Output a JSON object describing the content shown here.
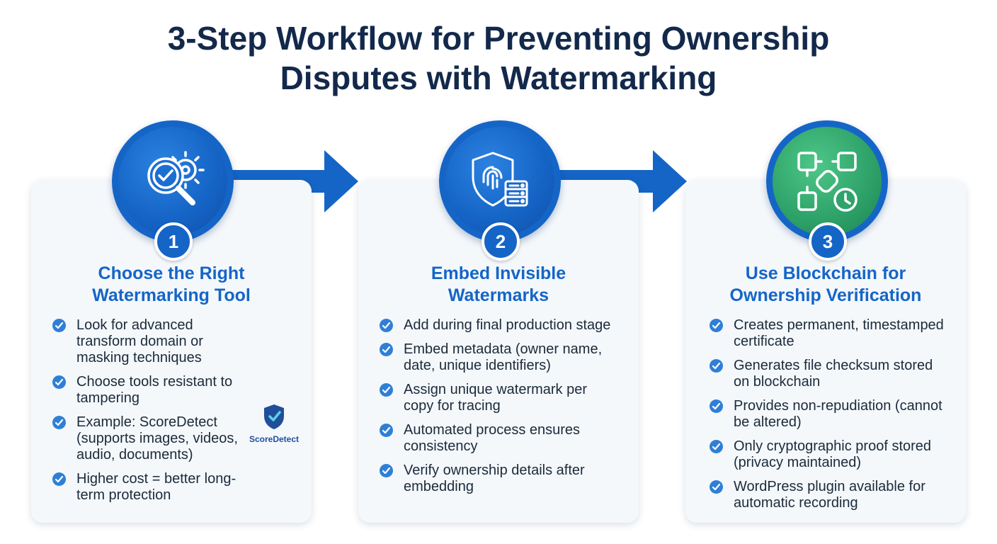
{
  "title": {
    "line1": "3-Step Workflow for Preventing Ownership",
    "line2": "Disputes with Watermarking"
  },
  "colors": {
    "primary": "#1565c7",
    "heading": "#1565c7",
    "title": "#13294b",
    "green": "#2fa36a",
    "card": "#f4f8fb"
  },
  "steps": [
    {
      "number": "1",
      "icon": "magnifier-check-gear-icon",
      "heading_line1": "Choose the Right",
      "heading_line2": "Watermarking Tool",
      "items": [
        "Look for advanced transform domain or masking techniques",
        "Choose tools resistant to tampering",
        "Example: ScoreDetect (supports images, videos, audio, documents)",
        "Higher cost = better long-term protection"
      ],
      "logo_text": "ScoreDetect"
    },
    {
      "number": "2",
      "icon": "shield-fingerprint-server-icon",
      "heading_line1": "Embed Invisible",
      "heading_line2": "Watermarks",
      "items": [
        "Add during final production stage",
        "Embed metadata (owner name, date, unique identifiers)",
        "Assign unique watermark per copy for tracing",
        "Automated process ensures consistency",
        "Verify ownership details after embedding"
      ]
    },
    {
      "number": "3",
      "icon": "blockchain-link-clock-icon",
      "heading_line1": "Use Blockchain for",
      "heading_line2": "Ownership Verification",
      "items": [
        "Creates permanent, timestamped certificate",
        "Generates file checksum stored on blockchain",
        "Provides non-repudiation (cannot be altered)",
        "Only cryptographic proof stored (privacy maintained)",
        "WordPress plugin available for automatic recording"
      ]
    }
  ]
}
